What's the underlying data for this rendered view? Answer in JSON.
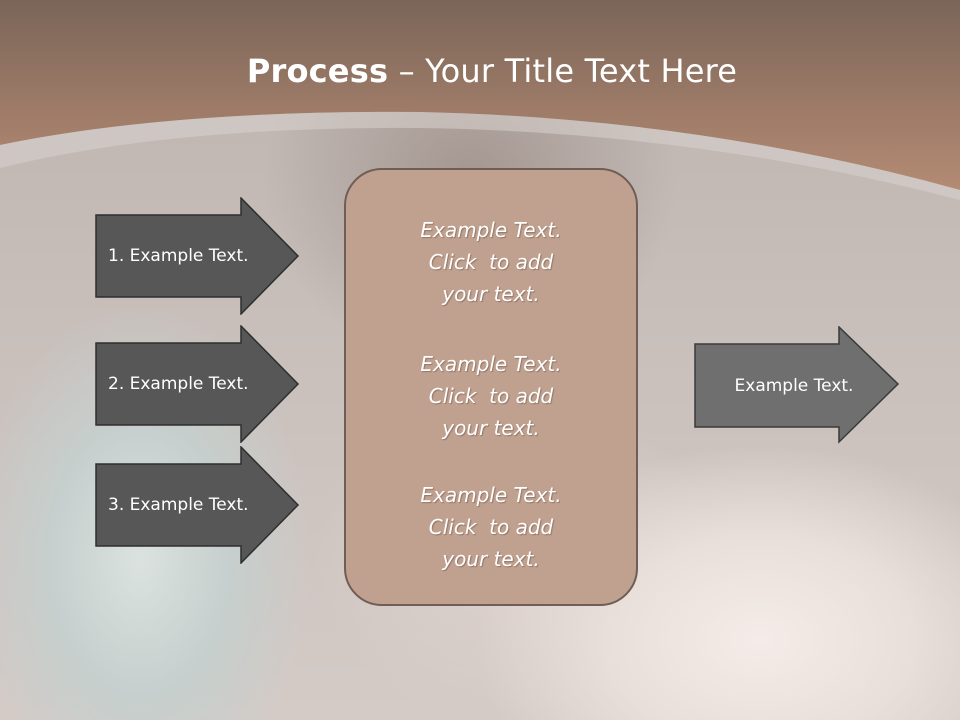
{
  "title": {
    "bold": "Process",
    "rest": " – Your Title Text Here"
  },
  "left_arrows": [
    {
      "label": "1. Example Text."
    },
    {
      "label": "2. Example Text."
    },
    {
      "label": "3. Example Text."
    }
  ],
  "center_box": {
    "items": [
      {
        "lines": [
          "Example Text.",
          "Click  to add",
          "your text."
        ]
      },
      {
        "lines": [
          "Example Text.",
          "Click  to add",
          "your text."
        ]
      },
      {
        "lines": [
          "Example Text.",
          "Click  to add",
          "your text."
        ]
      }
    ]
  },
  "right_arrow": {
    "label": "Example Text."
  },
  "colors": {
    "header_top": "#7a6558",
    "header_bottom": "#b48b74",
    "arrow_dark": "#575757",
    "arrow_right": "#6f6f6f",
    "box_fill": "#c0a08e",
    "box_border": "#6e5e56"
  }
}
